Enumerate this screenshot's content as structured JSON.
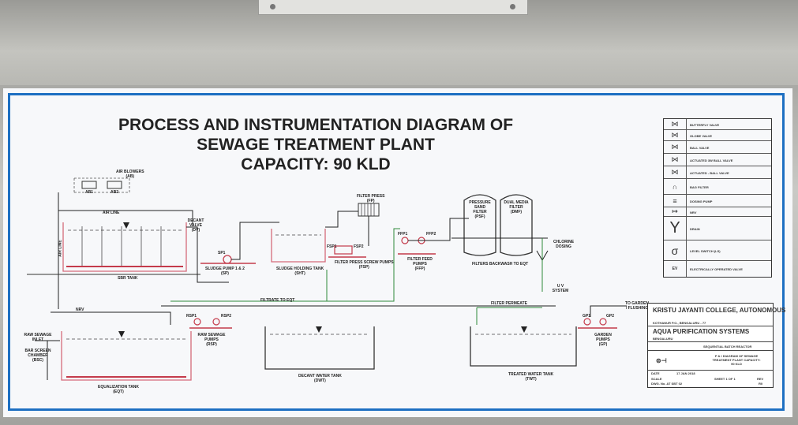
{
  "title": {
    "line1": "PROCESS AND INSTRUMENTATION DIAGRAM OF",
    "line2": "SEWAGE TREATMENT PLANT",
    "line3": "CAPACITY: 90 KLD"
  },
  "labels": {
    "air_blowers": "AIR BLOWERS",
    "air_blowers_code": "(AB)",
    "ab1": "AB1",
    "ab2": "AB2",
    "air_line": "AIR LINE",
    "air_line_vertical": "AIR LINE",
    "decant_valve": "DECANT VALVE",
    "decant_valve_code": "(DV)",
    "sbr_tank": "SBR TANK",
    "sp1": "SP1",
    "sludge_pump": "SLUDGE PUMP 1 & 2",
    "sludge_pump_code": "(SP)",
    "sludge_holding_tank": "SLUDGE HOLDING TANK",
    "sludge_holding_tank_code": "(SHT)",
    "filter_press": "FILTER PRESS",
    "filter_press_code": "(FP)",
    "fsp1": "FSP1",
    "fsp2": "FSP2",
    "filter_press_screw_pumps": "FILTER PRESS SCREW PUMPS",
    "filter_press_screw_pumps_code": "(FSP)",
    "ffp1": "FFP1",
    "ffp2": "FFP2",
    "filter_feed_pumps": "FILTER FEED PUMPS",
    "filter_feed_pumps_code": "(FFP)",
    "pressure_sand_filter": "PRESSURE SAND FILTER",
    "psf_code": "(PSF)",
    "dual_media_filter": "DUAL MEDIA FILTER",
    "dmf_code": "(DMF)",
    "filters_backwash": "FILTERS BACKWASH TO EQT",
    "chlorine_dosing": "CHLORINE DOSING",
    "uv_system": "U V SYSTEM",
    "filtrate_to_eqt": "FILTRATE TO EQT",
    "filter_permeate": "FILTER PERMEATE",
    "nrv": "NRV",
    "to_garden_flushing": "TO GARDEN / FLUSHING",
    "gp1": "GP1",
    "gp2": "GP2",
    "garden_pumps": "GARDEN PUMPS",
    "garden_pumps_code": "(GP)",
    "raw_sewage_inlet": "RAW SEWAGE INLET",
    "bar_screen_chamber": "BAR SCREEN CHAMBER",
    "bsc_code": "(BSC)",
    "rsp1": "RSP1",
    "rsp2": "RSP2",
    "raw_sewage_pumps": "RAW SEWAGE PUMPS",
    "rsp_code": "(RSP)",
    "equalization_tank": "EQUALIZATION TANK",
    "eqt_code": "(EQT)",
    "decant_water_tank": "DECANT WATER TANK",
    "dwt_code": "(DWT)",
    "treated_water_tank": "TREATED WATER TANK",
    "twt_code": "(TWT)"
  },
  "legend": [
    {
      "symbol": "⋈",
      "text": "BUTTERFLY VALVE"
    },
    {
      "symbol": "⋈",
      "text": "GLOBE VALVE"
    },
    {
      "symbol": "⋈",
      "text": "BALL VALVE"
    },
    {
      "symbol": "⋈",
      "text": "ACTUATED 3W BALL VALVE"
    },
    {
      "symbol": "⋈",
      "text": "ACTUATED - BALL VALVE"
    },
    {
      "symbol": "∩",
      "text": "BAG FILTER"
    },
    {
      "symbol": "≡",
      "text": "DOSING PUMP"
    },
    {
      "symbol": "↦",
      "text": "NRV"
    },
    {
      "symbol": "Y",
      "text": "DRAIN"
    },
    {
      "symbol": "σ",
      "text": "LEVEL SWITCH (LS)"
    },
    {
      "symbol": "EV",
      "text": "ELECTRICALLY OPERATED VALVE"
    }
  ],
  "title_block": {
    "college": "KRISTU JAYANTI COLLEGE, AUTONOMOUS",
    "address": "KOTHANUR P.O., BENGALURU - 77",
    "company": "AQUA PURIFICATION SYSTEMS",
    "city": "BENGALURU",
    "process": "SEQUENTIAL BATCH REACTOR",
    "drawing_title": "P & I DIAGRAM OF SEWAGE TREATMENT PLANT CAPACITY: 90 KLD",
    "date_label": "DATE",
    "date_value": "17 JAN 2018",
    "scale_label": "SCALE",
    "sheet": "SHEET 1 OF 1",
    "rev_label": "REV",
    "dwg_no": "DWG. No. AT SBT 02",
    "rev_value": "R0"
  },
  "colors": {
    "frame_blue": "#1d6fc2",
    "pipe_black": "#222222",
    "pipe_green": "#2f8a3a",
    "tank_pink": "#d56a7a",
    "pump_red": "#c43b4b"
  }
}
